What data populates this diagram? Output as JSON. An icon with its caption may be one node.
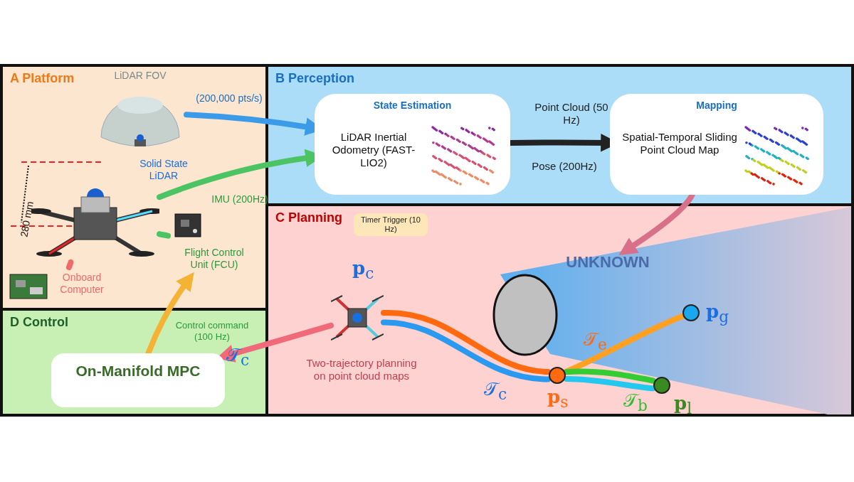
{
  "diagram": {
    "nodes": [
      {
        "text": [
          "A Platform"
        ]
      },
      {
        "text": [],
        "shape": "picture",
        "in": 0
      },
      {
        "text": [
          "LiDAR FOV"
        ],
        "in": 0
      },
      {
        "text": [
          "Onboard Computer"
        ],
        "in": 0
      },
      {
        "text": [
          "Flight Control Unit (FCU)"
        ],
        "in": 0
      },
      {
        "text": [
          "B Perception"
        ]
      },
      {
        "text": [
          "State Estimation",
          "LiDAR Inertial Odometry (FAST-LIO2)"
        ],
        "in": 5
      },
      {
        "text": [
          "Mapping",
          "Spatial-Temporal Sliding Point Cloud Map"
        ],
        "in": 5
      },
      {
        "text": [
          "C Planning"
        ]
      },
      {
        "text": [
          "Timer Trigger (10 Hz)"
        ],
        "in": 8
      },
      {
        "text": [],
        "shape": "picture",
        "in": 8,
        "beside": [
          "**p**$_{c}$"
        ]
      },
      {
        "text": [],
        "shape": "circle",
        "in": 8
      },
      {
        "text": [
          "UNKNOWN"
        ],
        "in": 8
      },
      {
        "text": [],
        "shape": "circle",
        "in": 8,
        "beside": [
          "**p**$_{s}$"
        ]
      },
      {
        "text": [],
        "shape": "circle",
        "in": 8,
        "beside": [
          "**p**$_{l}$"
        ]
      },
      {
        "text": [],
        "shape": "circle",
        "in": 8,
        "beside": [
          "**p**$_{g}$"
        ]
      },
      {
        "text": [
          "D Control"
        ]
      },
      {
        "text": [
          "On-Manifold MPC"
        ],
        "in": 16
      }
    ],
    "edges": [
      {
        "from": 2,
        "to": 6,
        "arrow": "to",
        "label": "(200,000 pts/s)",
        "color": "#3b9be8"
      },
      {
        "from": 1,
        "to": 6,
        "arrow": "to",
        "label": "IMU (200Hz)",
        "color": "#4cc463"
      },
      {
        "from": 1,
        "to": 3,
        "arrow": "none",
        "color": "#f06a6a"
      },
      {
        "from": 1,
        "to": 4,
        "arrow": "none",
        "color": "#4cc463"
      },
      {
        "from": 17,
        "to": 4,
        "arrow": "to",
        "label": "Control command (100 Hz)",
        "color": "#f5b335"
      },
      {
        "from": 6,
        "to": 7,
        "arrow": "to",
        "label": "Point Cloud (50 Hz)",
        "color": "#222222"
      },
      {
        "from": 7,
        "to": 12,
        "arrow": "to",
        "color": "#d9708a"
      },
      {
        "from": 10,
        "to": 17,
        "arrow": "to",
        "label": "𝒯$_{c}$",
        "color": "#f06a7a"
      },
      {
        "from": 10,
        "to": 13,
        "arrow": "none",
        "color": "#ff6a10"
      },
      {
        "from": 10,
        "to": 13,
        "arrow": "none",
        "label": "𝒯$_{c}$",
        "color": "#2a9af0"
      },
      {
        "from": 13,
        "to": 15,
        "arrow": "none",
        "label": "𝒯$_{e}$",
        "color": "#ffa020"
      },
      {
        "from": 13,
        "to": 14,
        "arrow": "none",
        "label": "𝒯$_{b}$",
        "color": "#33cc33"
      },
      {
        "from": 13,
        "to": 14,
        "arrow": "none",
        "color": "#22c8f0"
      }
    ],
    "labels": [
      "Solid State LiDAR",
      "280 mm",
      "Pose (200Hz)",
      "Two-trajectory planning on point cloud maps"
    ]
  }
}
